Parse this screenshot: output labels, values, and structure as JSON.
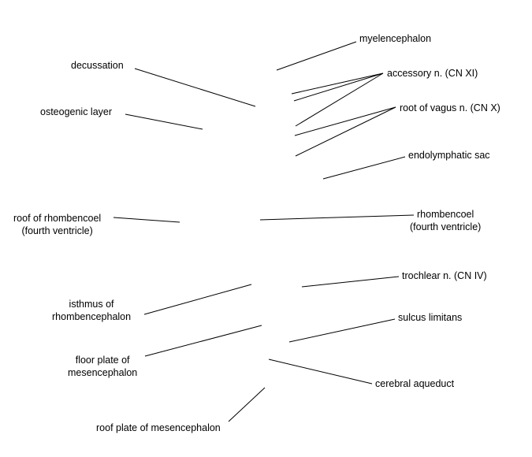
{
  "labels": {
    "myelencephalon": "myelencephalon",
    "decussation": "decussation",
    "accessory_n": "accessory n. (CN XI)",
    "osteogenic_layer": "osteogenic layer",
    "root_of_vagus_n": "root of vagus n. (CN X)",
    "endolymphatic_sac": "endolymphatic sac",
    "roof_of_rhombencoel": [
      "roof of rhombencoel",
      "(fourth ventricle)"
    ],
    "rhombencoel": [
      "rhombencoel",
      "(fourth ventricle)"
    ],
    "trochlear_n": "trochlear n. (CN IV)",
    "isthmus_of_rhombencephalon": [
      "isthmus of",
      "rhombencephalon"
    ],
    "sulcus_limitans": "sulcus limitans",
    "floor_plate_of_mesencephalon": [
      "floor plate of",
      "mesencephalon"
    ],
    "cerebral_aqueduct": "cerebral aqueduct",
    "roof_plate_of_mesencephalon": "roof plate of mesencephalon"
  },
  "colors": {
    "line": "#000000",
    "text": "#000000",
    "background": "#ffffff"
  }
}
